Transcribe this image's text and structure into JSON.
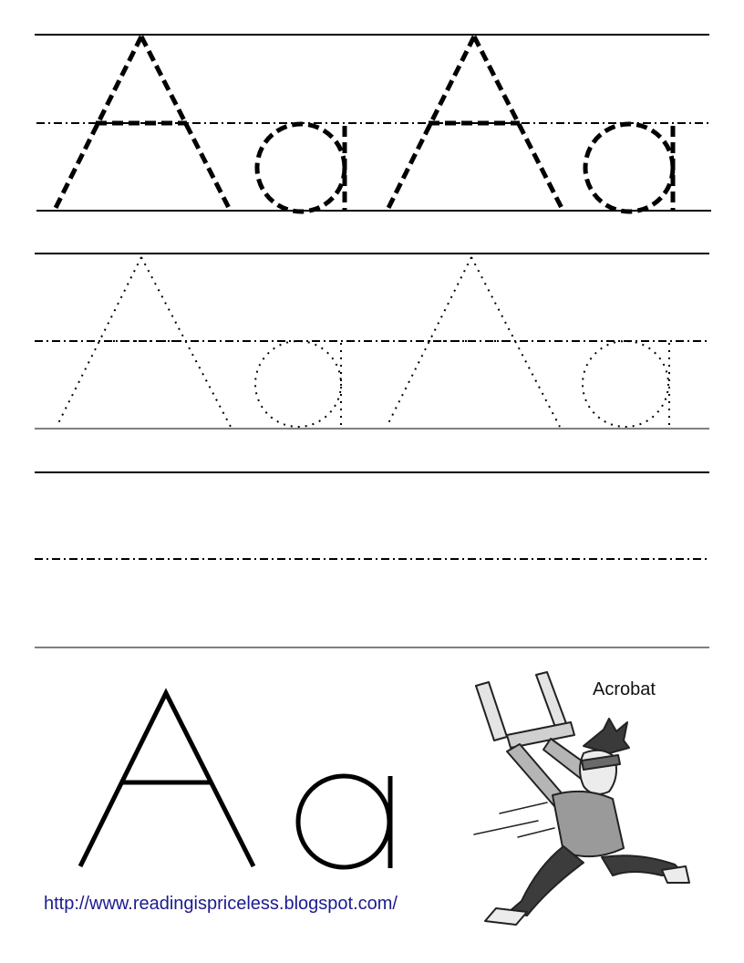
{
  "picture": {
    "caption": "Acrobat",
    "icon": "acrobat-illustration"
  },
  "footer": {
    "url": "http://www.readingispriceless.blogspot.com/"
  },
  "colors": {
    "ink": "#000000",
    "link": "#1b1b8f",
    "figure_gray": "#9a9a9a",
    "figure_dark": "#3c3c3c"
  }
}
